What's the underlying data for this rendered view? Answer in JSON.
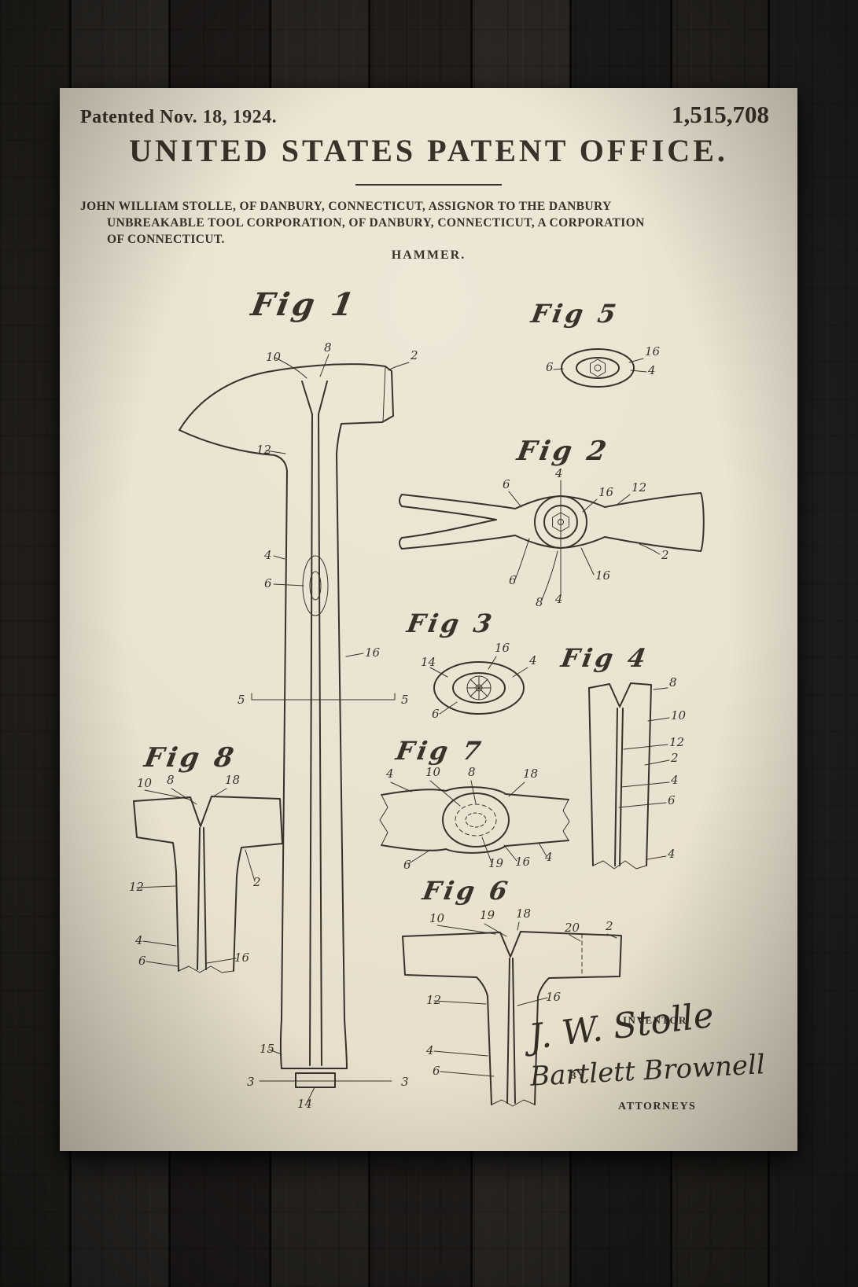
{
  "document": {
    "patented_line": "Patented Nov. 18, 1924.",
    "patent_number": "1,515,708",
    "office_title": "UNITED STATES PATENT OFFICE.",
    "assignment_lines": [
      "JOHN WILLIAM STOLLE, OF DANBURY, CONNECTICUT, ASSIGNOR TO THE DANBURY",
      "UNBREAKABLE TOOL CORPORATION, OF DANBURY, CONNECTICUT, A CORPORATION",
      "OF CONNECTICUT."
    ],
    "invention_title": "HAMMER."
  },
  "figures": {
    "fig1": {
      "label": "Fig 1",
      "refs": [
        "10",
        "8",
        "2",
        "12",
        "4",
        "6",
        "16",
        "5",
        "5",
        "15",
        "3",
        "3",
        "14"
      ]
    },
    "fig2": {
      "label": "Fig 2",
      "refs": [
        "6",
        "4",
        "16",
        "12",
        "2",
        "6",
        "4",
        "16",
        "8"
      ]
    },
    "fig3": {
      "label": "Fig 3",
      "refs": [
        "14",
        "16",
        "4",
        "6"
      ]
    },
    "fig4": {
      "label": "Fig 4",
      "refs": [
        "8",
        "10",
        "12",
        "2",
        "4",
        "6",
        "4"
      ]
    },
    "fig5": {
      "label": "Fig 5",
      "refs": [
        "6",
        "16",
        "4"
      ]
    },
    "fig6": {
      "label": "Fig 6",
      "refs": [
        "10",
        "19",
        "18",
        "20",
        "2",
        "12",
        "16",
        "4",
        "6"
      ]
    },
    "fig7": {
      "label": "Fig 7",
      "refs": [
        "4",
        "10",
        "8",
        "18",
        "6",
        "19",
        "16",
        "4"
      ]
    },
    "fig8": {
      "label": "Fig 8",
      "refs": [
        "10",
        "8",
        "18",
        "12",
        "2",
        "4",
        "6",
        "16"
      ]
    }
  },
  "signature": {
    "inventor_label": "INVENTOR",
    "inventor_signature": "J. W. Stolle",
    "by_label": "BY",
    "attorney_signature": "Bartlett Brownell",
    "attorneys_label": "ATTORNEYS"
  },
  "colors": {
    "ink": "#39322a",
    "paper": "#ebe3d2",
    "wood": "#201d1b"
  }
}
